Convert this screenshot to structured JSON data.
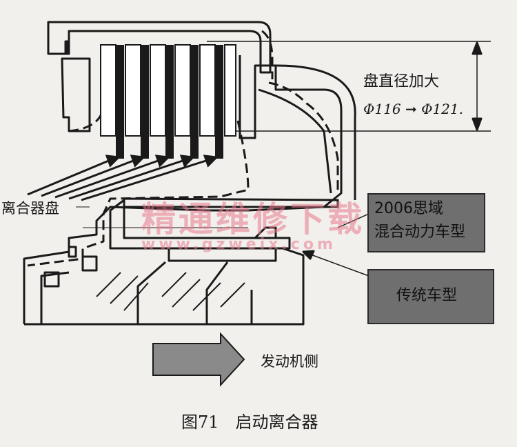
{
  "labels": {
    "diameter_title": "盘直径加大",
    "diameter_from": "Φ116",
    "diameter_to": "Φ121.",
    "clutch_discs": "离合器盘",
    "hybrid_line1": "2006思域",
    "hybrid_line2": "混合动力车型",
    "conventional": "传统车型",
    "engine_side": "发动机侧",
    "caption": "图71　启动离合器"
  },
  "watermark": {
    "name": "精通维修下载",
    "url": "www.gzweix.com"
  },
  "colors": {
    "background": "#f2f0ec",
    "line": "#1a1a1a",
    "box_fill": "#6f6f6f",
    "arrow_fill": "#8a8a8a",
    "watermark": "#e8788c"
  }
}
